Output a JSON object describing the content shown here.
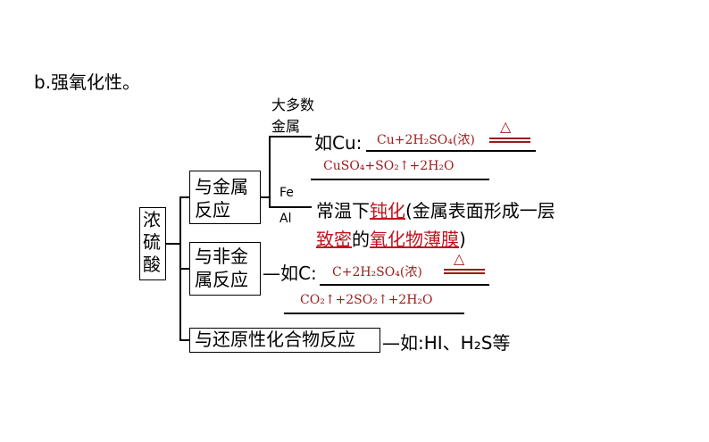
{
  "heading": "b.强氧化性。",
  "root": "浓硫酸",
  "branch_metal": {
    "label": "与金属反应",
    "most_metals": "大多数金属",
    "most_metals_line1": "大多数",
    "most_metals_line2": "金属",
    "example_label": "如Cu:",
    "eq_top": "Cu+2H₂SO₄(浓)",
    "eq_bottom": "CuSO₄+SO₂↑+2H₂O",
    "fe": "Fe",
    "al": "Al",
    "passivation_prefix": "常温下",
    "passivation_word": "钝化",
    "passivation_middle": "(金属表面形成一层",
    "dense": "致密",
    "de": "的",
    "oxide_film": "氧化物薄膜",
    "close_paren": ")"
  },
  "branch_nonmetal": {
    "label": "与非金属反应",
    "label_line1": "与非金",
    "label_line2": "属反应",
    "example_label": "—如C:",
    "eq_top": "C+2H₂SO₄(浓)",
    "eq_bottom": "CO₂↑+2SO₂↑+2H₂O"
  },
  "branch_reducing": {
    "label": "与还原性化合物反应",
    "example": "—如:HI、H₂S等"
  },
  "colors": {
    "equation": "#9b1b1b",
    "highlight": "#c0141e"
  }
}
